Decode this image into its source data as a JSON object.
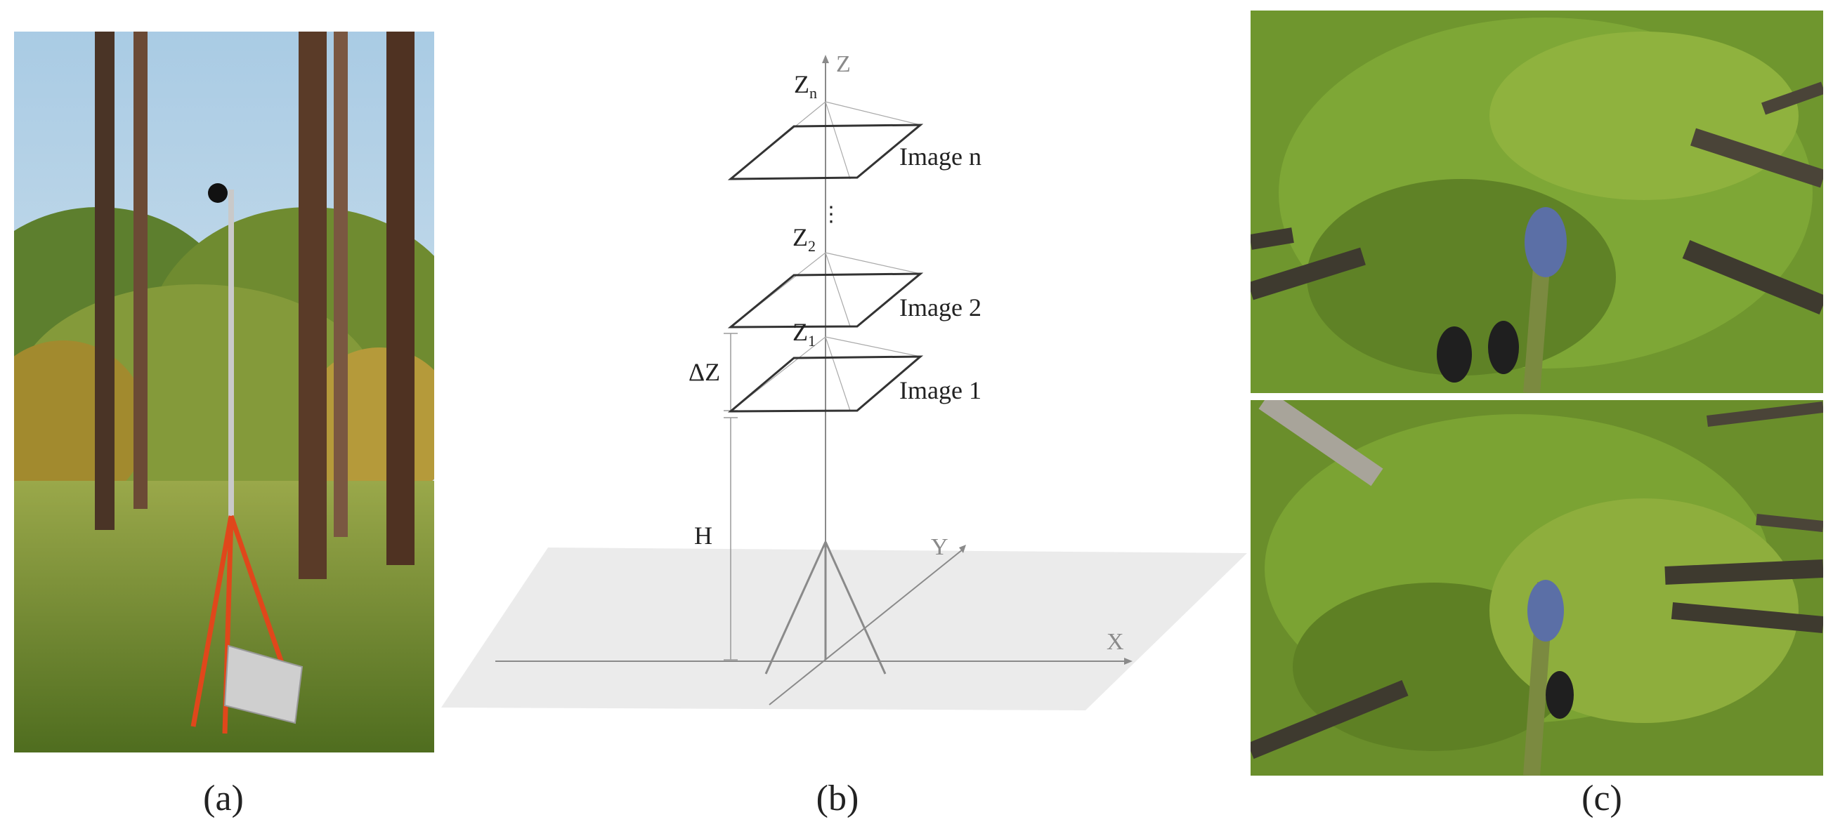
{
  "panels": {
    "a": {
      "caption": "(a)"
    },
    "b": {
      "caption": "(b)",
      "axes": {
        "z": "Z",
        "y": "Y",
        "x": "X"
      },
      "heights": {
        "z1": "Z",
        "z1_sub": "1",
        "z2": "Z",
        "z2_sub": "2",
        "zn": "Z",
        "zn_sub": "n"
      },
      "dims": {
        "delta": "ΔZ",
        "h": "H"
      },
      "ellipsis": "⋮",
      "images": [
        "Image 1",
        "Image 2",
        "Image n"
      ]
    },
    "c": {
      "caption": "(c)"
    }
  },
  "colors": {
    "sky": "#cfe3f2",
    "grass": "#6f8f2a",
    "tripod": "#e0471b",
    "trunk": "#5a3b28",
    "ground_plane": "#ebebeb",
    "guide_gray": "#8a8a8a"
  }
}
